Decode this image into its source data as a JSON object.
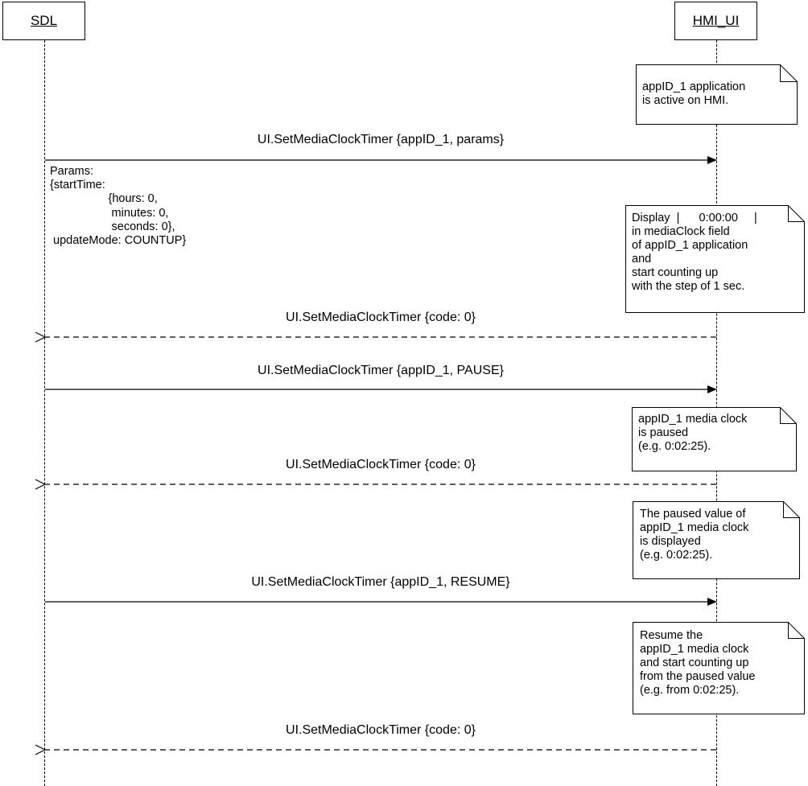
{
  "actors": {
    "sdl": "SDL",
    "hmi": "HMI_UI"
  },
  "messages": [
    {
      "label": "UI.SetMediaClockTimer {appID_1, params}",
      "direction": "SDL->HMI_UI",
      "kind": "request"
    },
    {
      "label": "UI.SetMediaClockTimer {code: 0}",
      "direction": "HMI_UI->SDL",
      "kind": "response"
    },
    {
      "label": "UI.SetMediaClockTimer {appID_1, PAUSE}",
      "direction": "SDL->HMI_UI",
      "kind": "request"
    },
    {
      "label": "UI.SetMediaClockTimer {code: 0}",
      "direction": "HMI_UI->SDL",
      "kind": "response"
    },
    {
      "label": "UI.SetMediaClockTimer {appID_1, RESUME}",
      "direction": "SDL->HMI_UI",
      "kind": "request"
    },
    {
      "label": "UI.SetMediaClockTimer {code: 0}",
      "direction": "HMI_UI->SDL",
      "kind": "response"
    }
  ],
  "params_note": "Params:\n{startTime:\n                  {hours: 0,\n                   minutes: 0,\n                   seconds: 0},\n updateMode: COUNTUP}",
  "notes": [
    "appID_1 application\nis active on HMI.",
    "Display  |      0:00:00     |\nin mediaClock field\nof appID_1 application\nand\nstart counting up\nwith the step of 1 sec.",
    "appID_1 media clock\nis paused\n(e.g. 0:02:25).",
    "The paused value of\nappID_1 media clock\nis displayed\n(e.g. 0:02:25).",
    "Resume the\nappID_1 media clock\nand start counting up\nfrom the paused value\n(e.g. from 0:02:25)."
  ]
}
